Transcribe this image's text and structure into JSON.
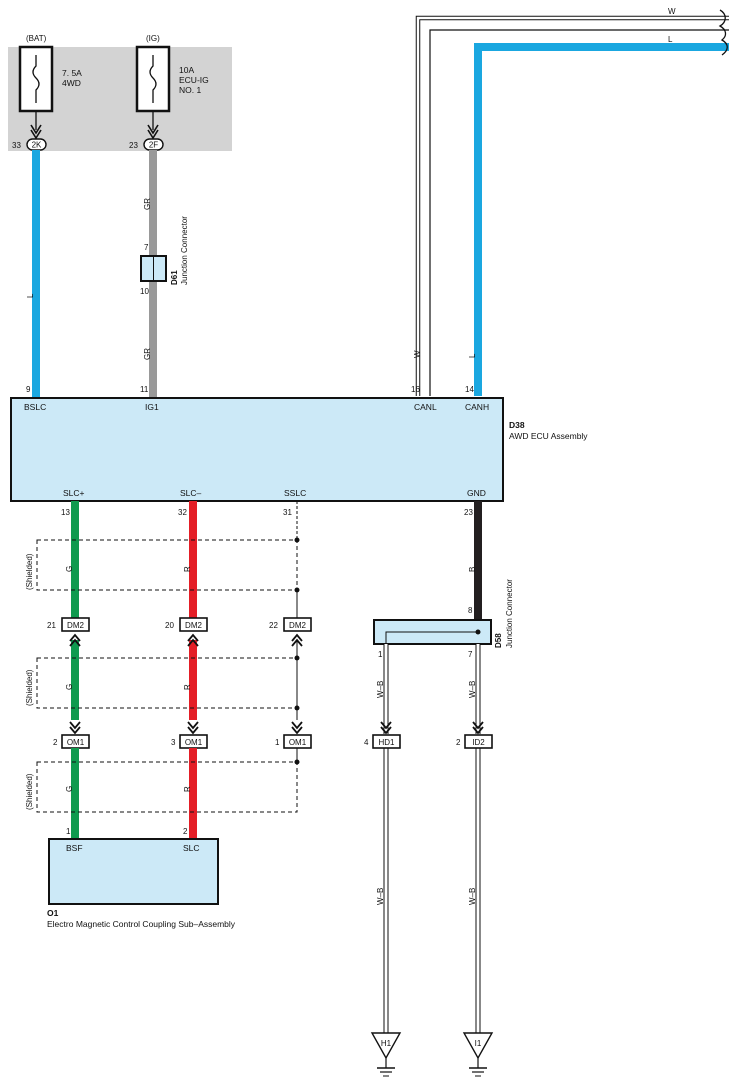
{
  "power": {
    "bat_label": "(BAT)",
    "ig_label": "(IG)",
    "fuse1": {
      "line1": "7. 5A",
      "line2": "4WD"
    },
    "fuse2": {
      "line1": "10A",
      "line2": "ECU-IG",
      "line3": "NO. 1"
    },
    "conn_2k": {
      "pin": "33",
      "name": "2K"
    },
    "conn_2f": {
      "pin": "23",
      "name": "2F"
    }
  },
  "d61": {
    "pin_top": "7",
    "pin_bottom": "10",
    "id": "D61",
    "name": "Junction Connector"
  },
  "ecu": {
    "id": "D38",
    "name": "AWD ECU Assembly",
    "top_pins": [
      {
        "num": "9",
        "label": "BSLC"
      },
      {
        "num": "11",
        "label": "IG1"
      },
      {
        "num": "16",
        "label": "CANL"
      },
      {
        "num": "14",
        "label": "CANH"
      }
    ],
    "bottom_pins": [
      {
        "num": "13",
        "label": "SLC+"
      },
      {
        "num": "32",
        "label": "SLC–"
      },
      {
        "num": "31",
        "label": "SSLC"
      },
      {
        "num": "23",
        "label": "GND"
      }
    ]
  },
  "wires": {
    "l": "L",
    "gr": "GR",
    "w": "W",
    "g": "G",
    "r": "R",
    "b": "B",
    "wb": "W–B",
    "shielded": "(Shielded)"
  },
  "dm2": {
    "name": "DM2",
    "pins": [
      "21",
      "20",
      "22"
    ]
  },
  "om1": {
    "name": "OM1",
    "pins": [
      "2",
      "3",
      "1"
    ]
  },
  "d58": {
    "id": "D58",
    "name": "Junction Connector",
    "pin_in": "8",
    "pin_out1": "1",
    "pin_out2": "7"
  },
  "hd1": {
    "pin": "4",
    "name": "HD1"
  },
  "id2": {
    "pin": "2",
    "name": "ID2"
  },
  "o1": {
    "id": "O1",
    "name": "Electro Magnetic Control Coupling Sub–Assembly",
    "pins": [
      {
        "num": "1",
        "label": "BSF"
      },
      {
        "num": "2",
        "label": "SLC"
      }
    ]
  },
  "grounds": {
    "h1": "H1",
    "i1": "I1"
  },
  "colors": {
    "blue": "#1aa7e0",
    "gray": "#999999",
    "green": "#0f9a4e",
    "red": "#e41e26",
    "black": "#231f20",
    "box_fill": "#cce9f7",
    "fuse_bg": "#d3d3d3"
  }
}
